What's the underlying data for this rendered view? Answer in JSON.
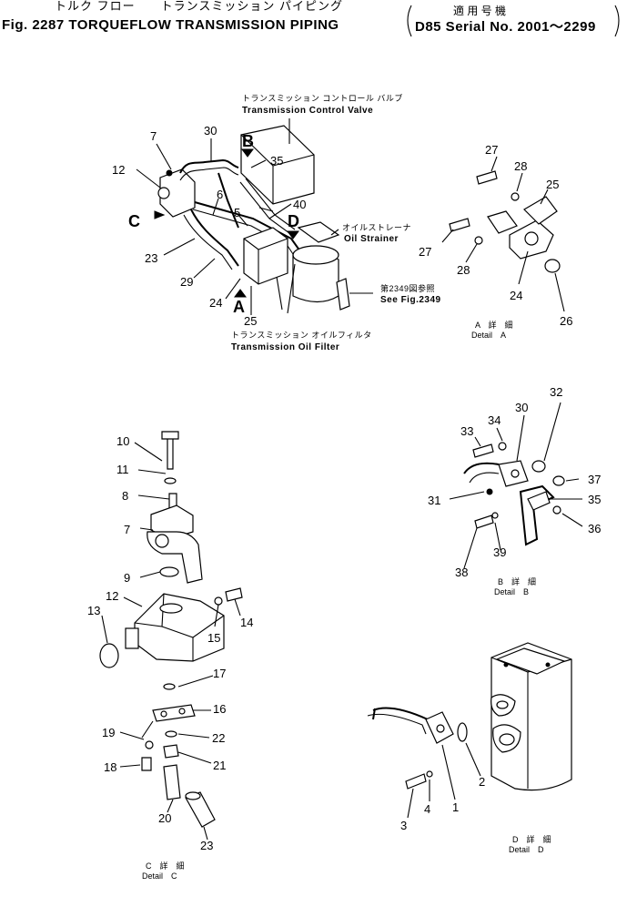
{
  "header": {
    "line1_jp": "トルク フロー　　トランスミッション パイピング",
    "fig_title": "Fig. 2287  TORQUEFLOW  TRANSMISSION  PIPING",
    "applicable_jp": "適 用 号 機",
    "serial": "D85  Serial  No. 2001～2299"
  },
  "callouts": {
    "control_valve_jp": "トランスミッション コントロール バルブ",
    "control_valve": "Transmission Control Valve",
    "oil_strainer_jp": "オイルストレーナ",
    "oil_strainer": "Oil Strainer",
    "see_fig_jp": "第2349図参照",
    "see_fig": "See  Fig.2349",
    "oil_filter_jp": "トランスミッション オイルフィルタ",
    "oil_filter": "Transmission Oil Filter"
  },
  "view_letters": {
    "a": "A",
    "b": "B",
    "c": "C",
    "d": "D"
  },
  "details": {
    "a_jp": "A　詳　細",
    "a": "Detail　A",
    "b_jp": "B　詳　細",
    "b": "Detail　B",
    "c_jp": "C　詳　細",
    "c": "Detail　C",
    "d_jp": "D　詳　細",
    "d": "Detail　D"
  },
  "part_numbers": {
    "main": [
      "7",
      "12",
      "30",
      "35",
      "6",
      "40",
      "5",
      "23",
      "29",
      "24",
      "25"
    ],
    "detail_a": [
      "27",
      "28",
      "25",
      "27",
      "28",
      "24",
      "26"
    ],
    "detail_b": [
      "32",
      "34",
      "30",
      "33",
      "37",
      "31",
      "35",
      "36",
      "39",
      "38"
    ],
    "detail_c": [
      "10",
      "11",
      "8",
      "7",
      "9",
      "12",
      "13",
      "15",
      "14",
      "17",
      "16",
      "19",
      "22",
      "18",
      "21",
      "20",
      "23"
    ],
    "detail_d": [
      "1",
      "2",
      "4",
      "3"
    ]
  }
}
